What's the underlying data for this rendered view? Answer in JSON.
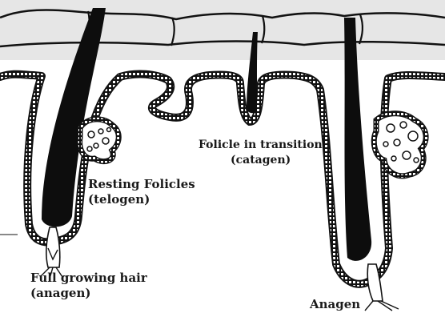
{
  "labels": {
    "full_growing_hair": {
      "line1": "Full growing hair",
      "line2": "(anagen)"
    },
    "resting_folicles": {
      "line1": "Resting Folicles",
      "line2": "(telogen)"
    },
    "folicle_in_transition": {
      "line1": "Folicle in transition",
      "line2": "(catagen)"
    },
    "anagen": {
      "line1": "Anagen"
    }
  },
  "colors": {
    "skin_surface": "#e6e6e6",
    "ink": "#111111",
    "hair": "#0d0d0d",
    "background": "#ffffff"
  }
}
